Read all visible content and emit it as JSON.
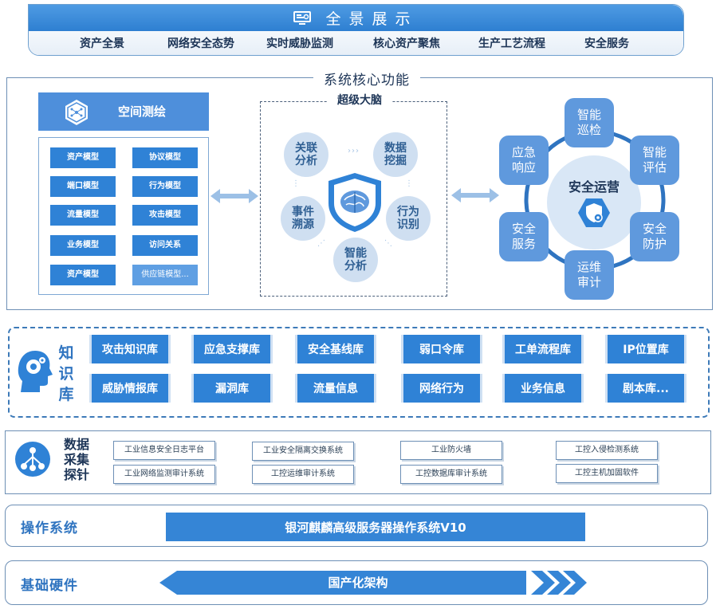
{
  "panorama": {
    "title": "全景展示",
    "nav": [
      "资产全景",
      "网络安全态势",
      "实时威胁监测",
      "核心资产聚焦",
      "生产工艺流程",
      "安全服务"
    ]
  },
  "core": {
    "title": "系统核心功能",
    "space_mapping": {
      "title": "空间测绘",
      "models": [
        "资产模型",
        "协议模型",
        "端口模型",
        "行为模型",
        "流量模型",
        "攻击模型",
        "业务模型",
        "访问关系",
        "资产模型",
        "供应链模型..."
      ]
    },
    "super_brain": {
      "title": "超级大脑",
      "nodes": [
        "关联分析",
        "数据挖掘",
        "事件溯源",
        "行为识别",
        "智能分析"
      ]
    },
    "security_ops": {
      "center": "安全运营",
      "nodes": [
        "智能巡检",
        "智能评估",
        "安全防护",
        "运维审计",
        "安全服务",
        "应急响应"
      ]
    }
  },
  "knowledge_base": {
    "label": "知识库",
    "items": [
      "攻击知识库",
      "应急支撑库",
      "安全基线库",
      "弱口令库",
      "工单流程库",
      "IP位置库",
      "威胁情报库",
      "漏洞库",
      "流量信息",
      "网络行为",
      "业务信息",
      "剧本库..."
    ]
  },
  "data_collection": {
    "label": "数据采集探针",
    "items": [
      "工业信息安全日志平台",
      "工业安全隔离交换系统",
      "工业防火墙",
      "工控入侵检测系统",
      "工业网络监测审计系统",
      "工控运维审计系统",
      "工控数据库审计系统",
      "工控主机加固软件"
    ]
  },
  "os": {
    "label": "操作系统",
    "value": "银河麒麟高级服务器操作系统V10"
  },
  "hardware": {
    "label": "基础硬件",
    "value": "国产化架构"
  },
  "colors": {
    "primary": "#2f82d6",
    "light": "#5f99dd",
    "pale": "#cfdff1",
    "frame": "#6d8fb5"
  }
}
